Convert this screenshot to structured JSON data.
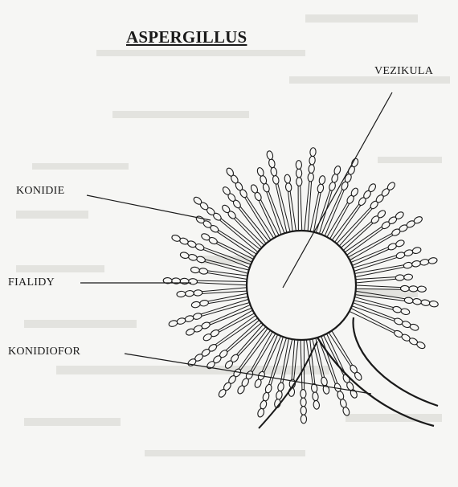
{
  "diagram": {
    "title": "ASPERGILLUS",
    "labels": {
      "vezikula": "VEZIKULA",
      "konidie": "KONIDIE",
      "fialidy": "FIALIDY",
      "konidiofor": "KONIDIOFOR"
    }
  }
}
